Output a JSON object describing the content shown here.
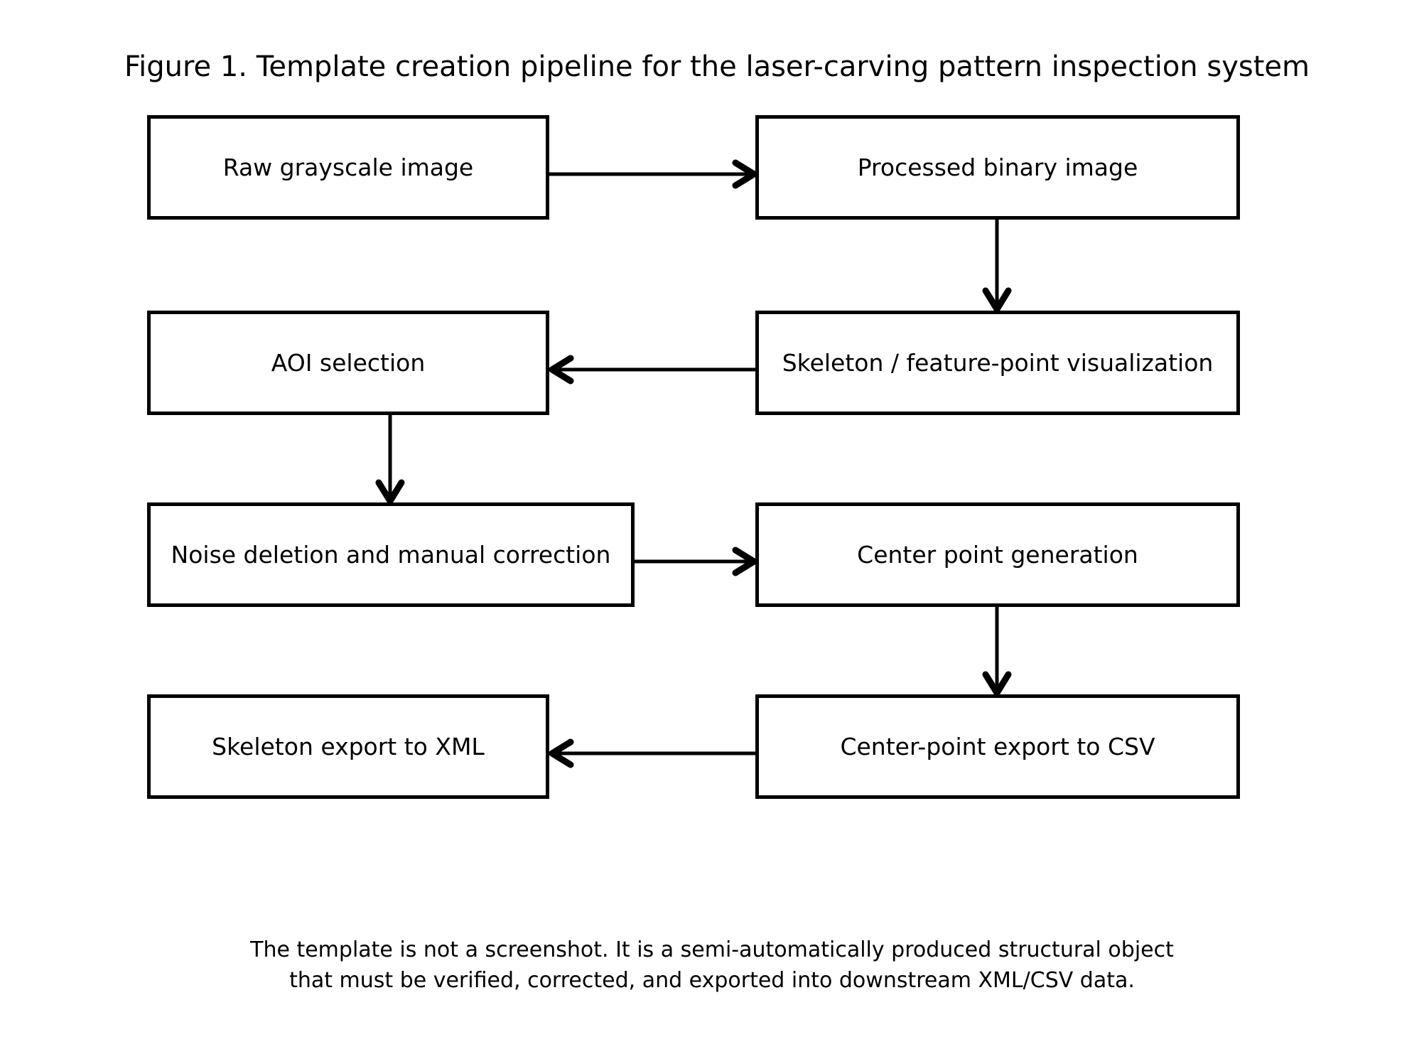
{
  "figure": {
    "title": "Figure 1. Template creation pipeline for the laser-carving pattern inspection system",
    "caption_line_1": "The template is not a screenshot. It is a semi-automatically produced structural object",
    "caption_line_2": "that must be verified, corrected, and exported into downstream XML/CSV data.",
    "background_color": "#ffffff",
    "stroke_color": "#000000"
  },
  "chart_data": {
    "type": "diagram",
    "title": "Figure 1. Template creation pipeline for the laser-carving pattern inspection system",
    "nodes": [
      {
        "id": "raw-grayscale-image",
        "label": "Raw grayscale image",
        "row": 1,
        "column": "left"
      },
      {
        "id": "processed-binary-image",
        "label": "Processed binary image",
        "row": 1,
        "column": "right"
      },
      {
        "id": "aoi-selection",
        "label": "AOI selection",
        "row": 2,
        "column": "left"
      },
      {
        "id": "skeleton-visualization",
        "label": "Skeleton / feature-point visualization",
        "row": 2,
        "column": "right"
      },
      {
        "id": "noise-deletion",
        "label": "Noise deletion and manual correction",
        "row": 3,
        "column": "left"
      },
      {
        "id": "center-point-generation",
        "label": "Center point generation",
        "row": 3,
        "column": "right"
      },
      {
        "id": "skeleton-export-xml",
        "label": "Skeleton export to XML",
        "row": 4,
        "column": "left"
      },
      {
        "id": "center-point-export-csv",
        "label": "Center-point export to CSV",
        "row": 4,
        "column": "right"
      }
    ],
    "edges": [
      {
        "from": "raw-grayscale-image",
        "to": "processed-binary-image",
        "direction": "right"
      },
      {
        "from": "processed-binary-image",
        "to": "skeleton-visualization",
        "direction": "down"
      },
      {
        "from": "skeleton-visualization",
        "to": "aoi-selection",
        "direction": "left"
      },
      {
        "from": "aoi-selection",
        "to": "noise-deletion",
        "direction": "down"
      },
      {
        "from": "noise-deletion",
        "to": "center-point-generation",
        "direction": "right"
      },
      {
        "from": "center-point-generation",
        "to": "center-point-export-csv",
        "direction": "down"
      },
      {
        "from": "center-point-export-csv",
        "to": "skeleton-export-xml",
        "direction": "left"
      }
    ]
  }
}
